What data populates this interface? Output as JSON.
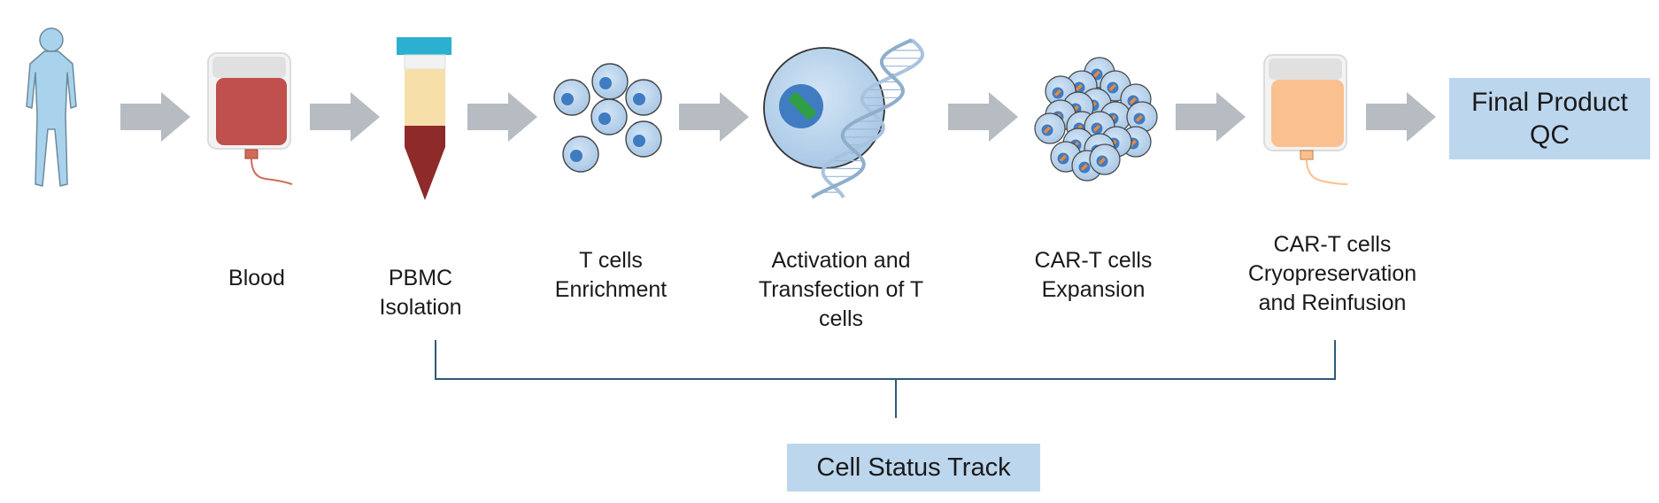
{
  "steps": [
    {
      "label": "Blood"
    },
    {
      "label": "PBMC\nIsolation"
    },
    {
      "label": "T cells\nEnrichment"
    },
    {
      "label": "Activation and\nTransfection of T\ncells"
    },
    {
      "label": "CAR-T cells\nExpansion"
    },
    {
      "label": "CAR-T cells\nCryopreservation\nand Reinfusion"
    }
  ],
  "final_box": {
    "label": "Final Product\nQC"
  },
  "track_box": {
    "label": "Cell Status Track"
  },
  "colors": {
    "arrow": "#b6bcc1",
    "box_fill": "#bcd6ee",
    "bracket": "#2e5a7a",
    "human": "#a9d3ec",
    "blood_bag": "#c0504d",
    "product_bag": "#fac08f",
    "cell": "#bcd6ee",
    "nucleus": "#3f7cc2"
  }
}
